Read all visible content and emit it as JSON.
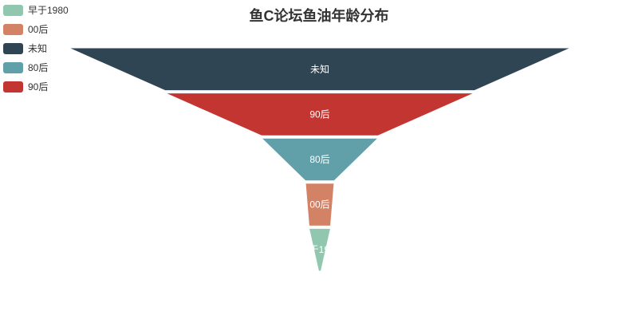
{
  "title": "鱼C论坛鱼油年龄分布",
  "background_color": "#ffffff",
  "legend": {
    "position": "top-left",
    "items": [
      {
        "label": "早于1980",
        "color": "#91c7ae"
      },
      {
        "label": "00后",
        "color": "#d48265"
      },
      {
        "label": "未知",
        "color": "#2f4554"
      },
      {
        "label": "80后",
        "color": "#61a0a8"
      },
      {
        "label": "90后",
        "color": "#c23531"
      }
    ]
  },
  "chart_data": {
    "type": "funnel",
    "title": "鱼C论坛鱼油年龄分布",
    "sort": "descending",
    "shape": "inverted pyramid, widest layer at top, pointed tip at bottom",
    "labels_inside": true,
    "label_color": "#ffffff",
    "values_shown_on_chart": false,
    "items": [
      {
        "name": "未知",
        "color": "#2f4554",
        "width_pct": 100.0
      },
      {
        "name": "90后",
        "color": "#c23531",
        "width_pct": 61.6
      },
      {
        "name": "80后",
        "color": "#61a0a8",
        "width_pct": 23.2
      },
      {
        "name": "00后",
        "color": "#d48265",
        "width_pct": 5.7
      },
      {
        "name": "早于1980",
        "color": "#91c7ae",
        "width_pct": 4.3
      }
    ]
  }
}
